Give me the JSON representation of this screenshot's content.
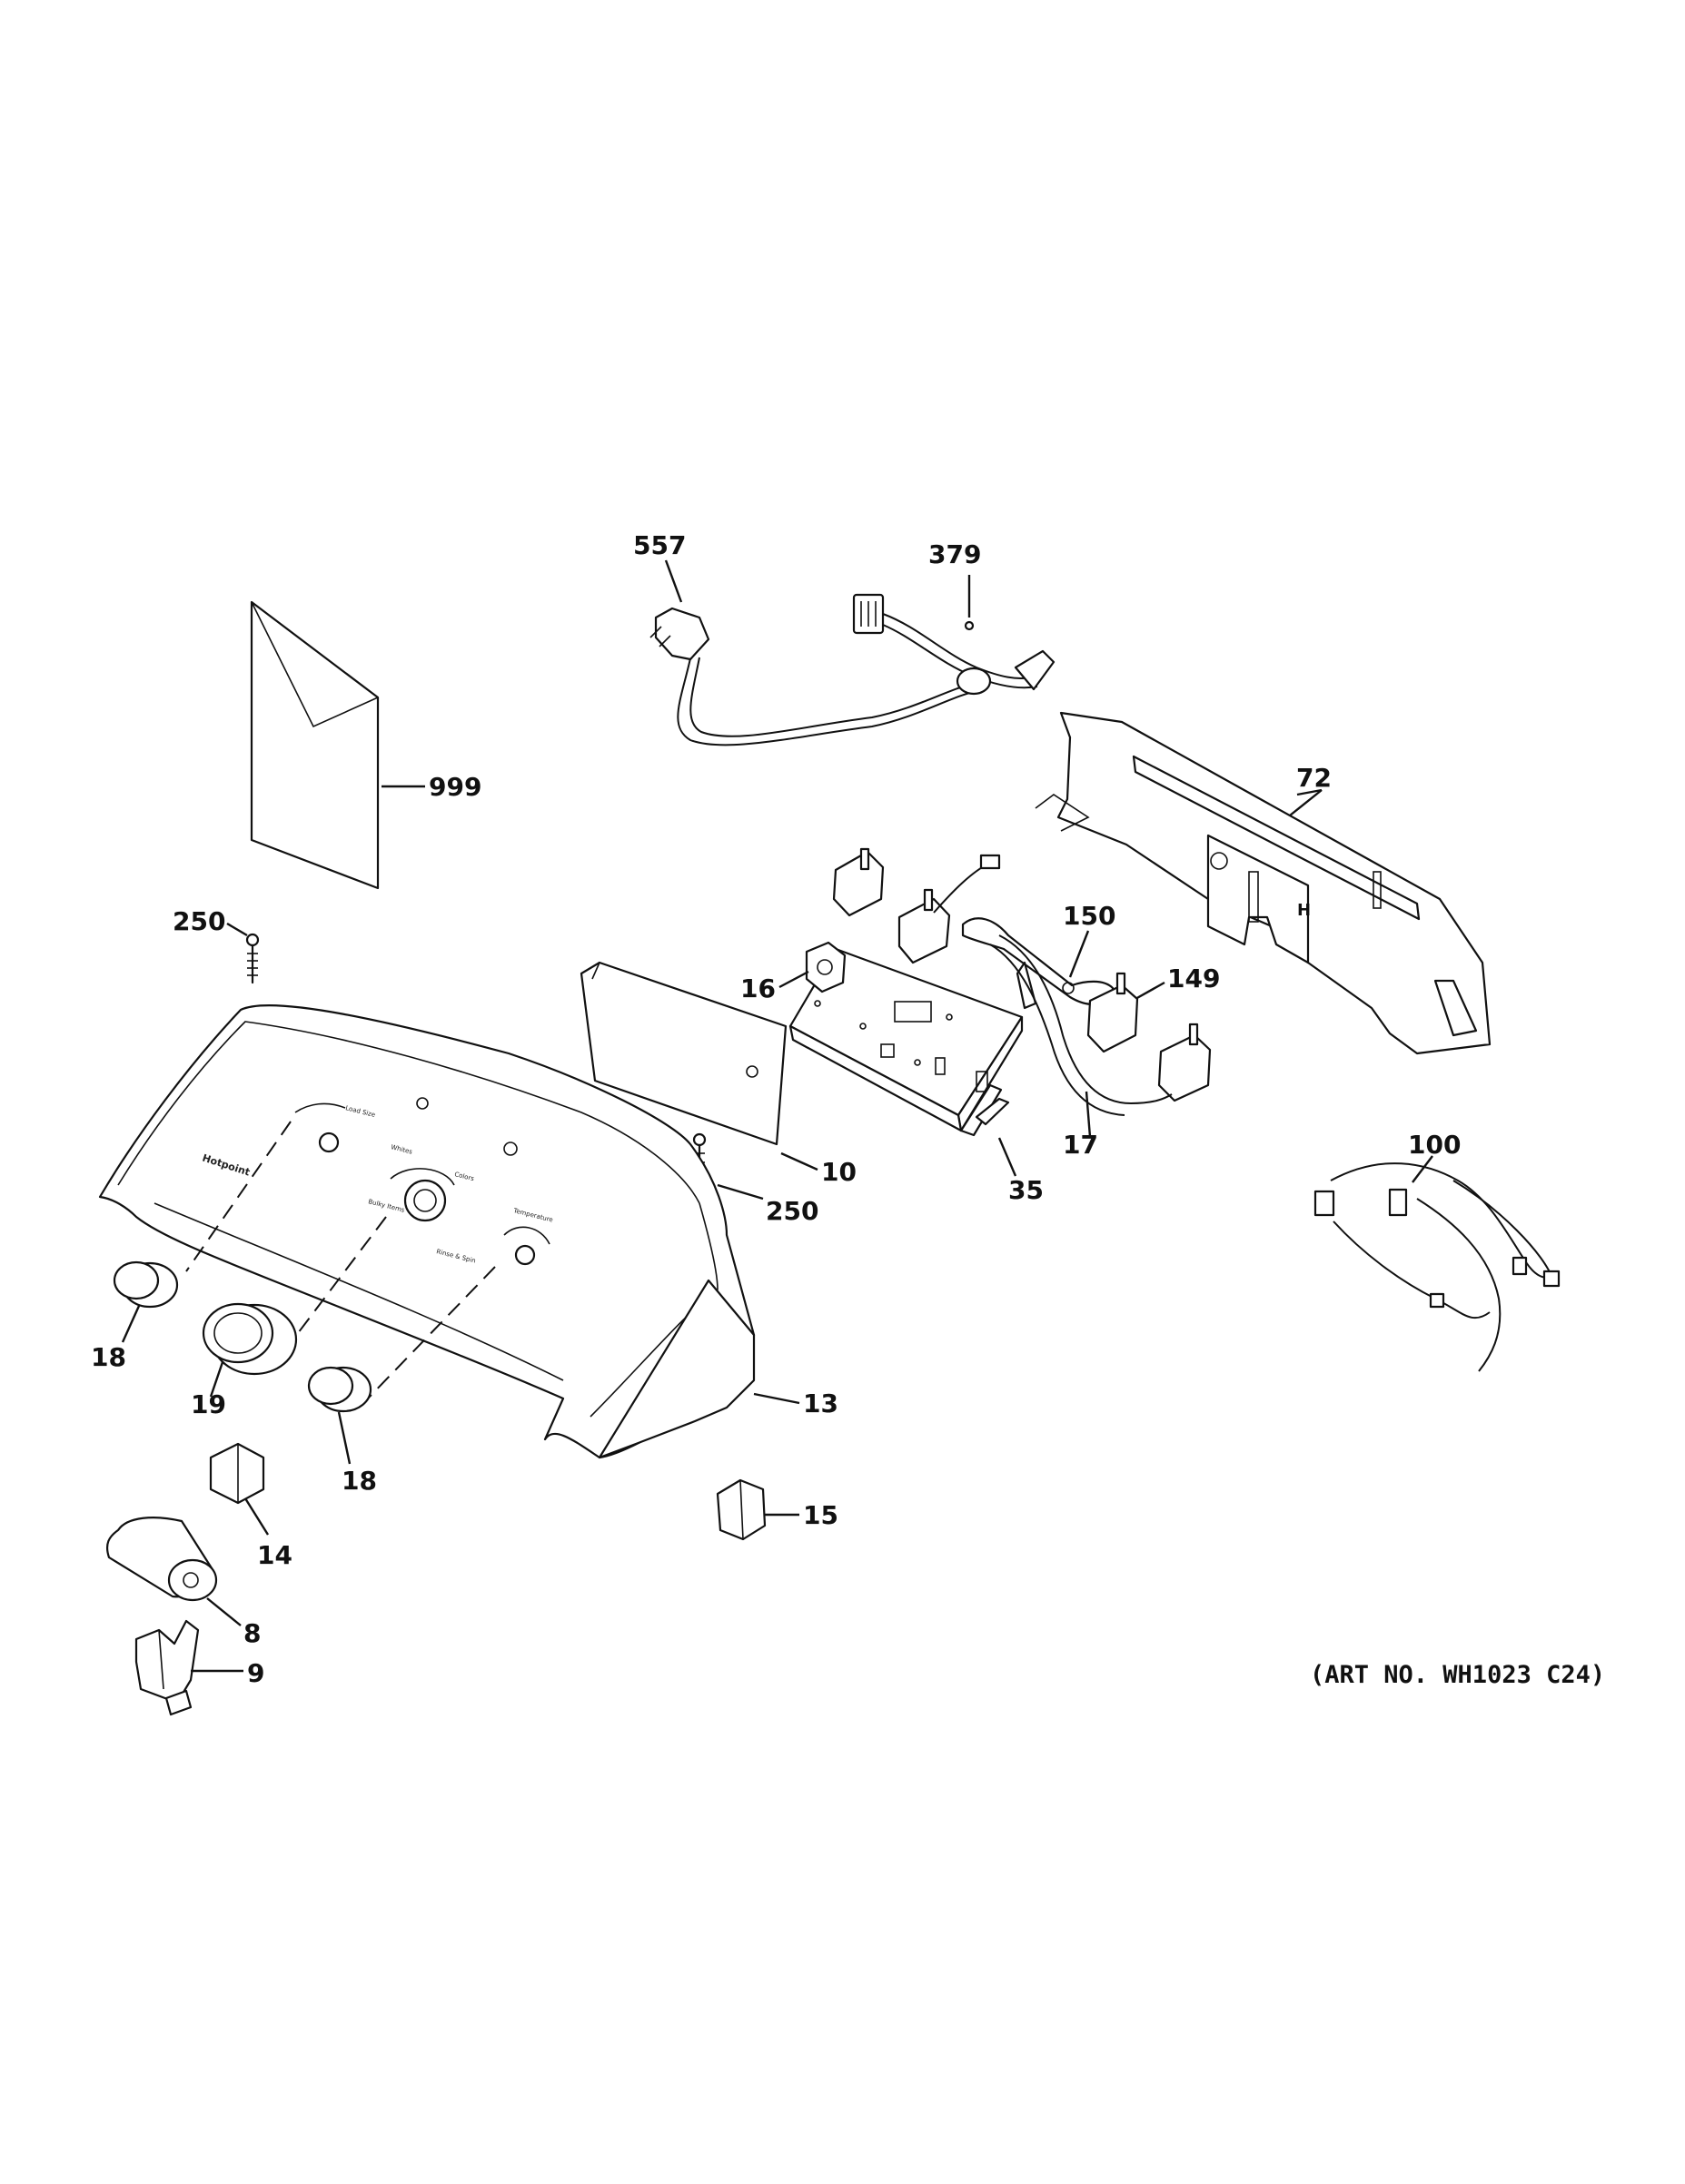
{
  "art_number": "(ART NO. WH1023 C24)",
  "callouts": {
    "c557": "557",
    "c379": "379",
    "c999": "999",
    "c72": "72",
    "c250a": "250",
    "c150": "150",
    "c149": "149",
    "c16": "16",
    "c17": "17",
    "c10": "10",
    "c35": "35",
    "c250b": "250",
    "c100": "100",
    "c18a": "18",
    "c19": "19",
    "c18b": "18",
    "c13": "13",
    "c14": "14",
    "c15": "15",
    "c8": "8",
    "c9": "9"
  },
  "panel_text": {
    "brand": "Hotpoint",
    "load_size": "Load Size",
    "temperature": "Temperature",
    "whites": "Whites",
    "colors": "Colors",
    "bulky": "Bulky Items",
    "rinse_spin": "Rinse & Spin"
  }
}
